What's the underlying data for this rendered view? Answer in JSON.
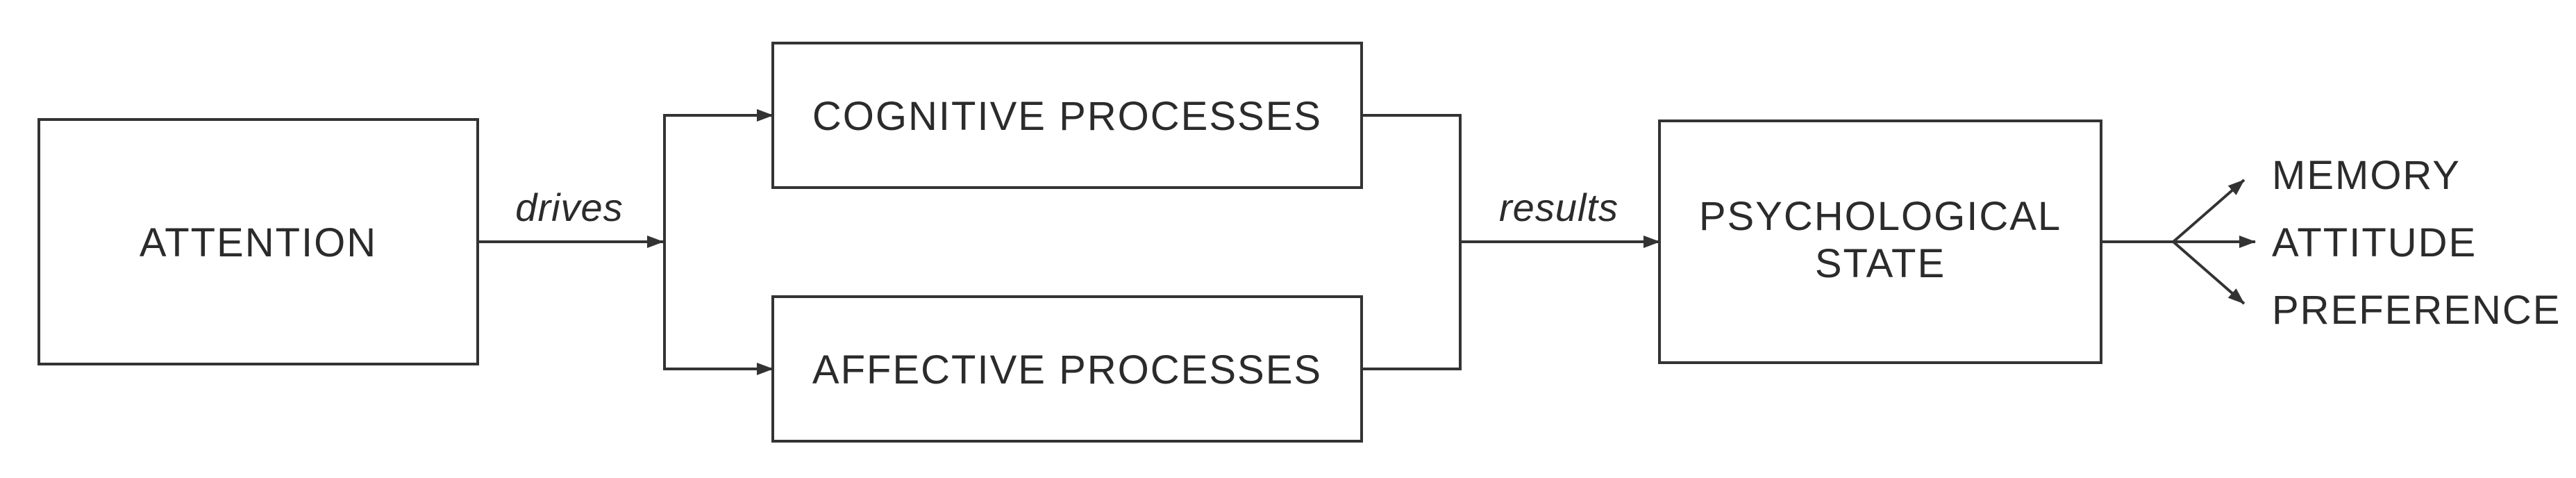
{
  "diagram": {
    "background": "#ffffff",
    "colors": {
      "line": "#333333",
      "text": "#2b2b2b",
      "box_fill": "#ffffff"
    },
    "nodes": {
      "attention": {
        "label": "ATTENTION"
      },
      "cognitive_processes": {
        "label": "COGNITIVE PROCESSES"
      },
      "affective_processes": {
        "label": "AFFECTIVE PROCESSES"
      },
      "psychological_state": {
        "label_line_1": "PSYCHOLOGICAL",
        "label_line_2": "STATE"
      }
    },
    "edge_labels": {
      "drives": "drives",
      "results": "results"
    },
    "outcomes": [
      {
        "label": "MEMORY"
      },
      {
        "label": "ATTITUDE"
      },
      {
        "label": "PREFERENCE"
      }
    ]
  }
}
